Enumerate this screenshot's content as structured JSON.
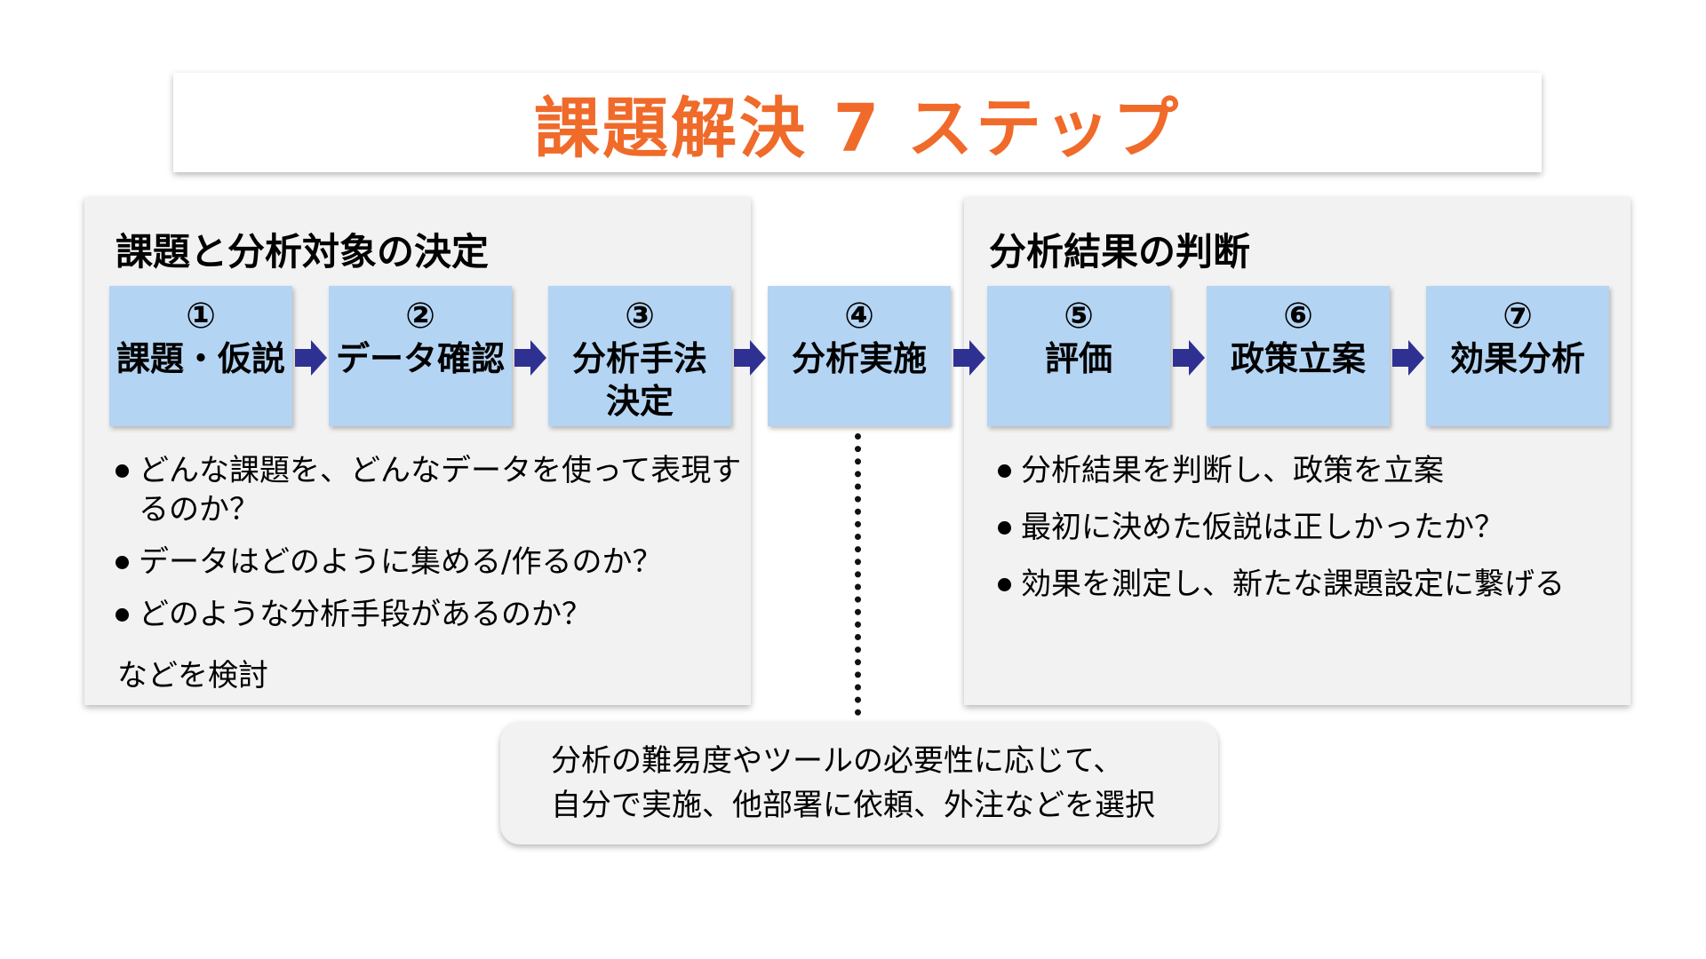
{
  "title": "課題解決 7 ステップ",
  "left_panel": {
    "heading": "課題と分析対象の決定",
    "bullets": [
      "どんな課題を、どんなデータを使って表現するのか？",
      "データはどのように集める/作るのか？",
      "どのような分析手段があるのか？"
    ],
    "closing": "などを検討"
  },
  "right_panel": {
    "heading": "分析結果の判断",
    "bullets": [
      "分析結果を判断し、政策を立案",
      "最初に決めた仮説は正しかったか？",
      "効果を測定し、新たな課題設定に繋げる"
    ]
  },
  "steps": [
    {
      "number": "①",
      "label": "課題・仮説"
    },
    {
      "number": "②",
      "label": "データ確認"
    },
    {
      "number": "③",
      "label": "分析手法\n決定"
    },
    {
      "number": "④",
      "label": "分析実施"
    },
    {
      "number": "⑤",
      "label": "評価"
    },
    {
      "number": "⑥",
      "label": "政策立案"
    },
    {
      "number": "⑦",
      "label": "効果分析"
    }
  ],
  "note": {
    "line1": "分析の難易度やツールの必要性に応じて、",
    "line2": "自分で実施、他部署に依頼、外注などを選択"
  },
  "colors": {
    "title": "#f06a2a",
    "step_fill": "#b4d4f3",
    "arrow": "#2e3192",
    "panel_fill": "#f2f2f2"
  }
}
